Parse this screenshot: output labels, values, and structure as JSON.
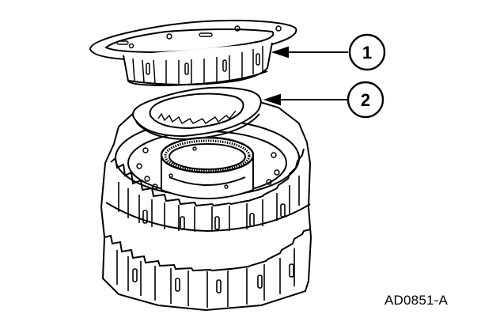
{
  "callouts": [
    {
      "label": "1"
    },
    {
      "label": "2"
    }
  ],
  "figure_id": "AD0851-A",
  "colors": {
    "line": "#000000",
    "background": "#ffffff"
  }
}
